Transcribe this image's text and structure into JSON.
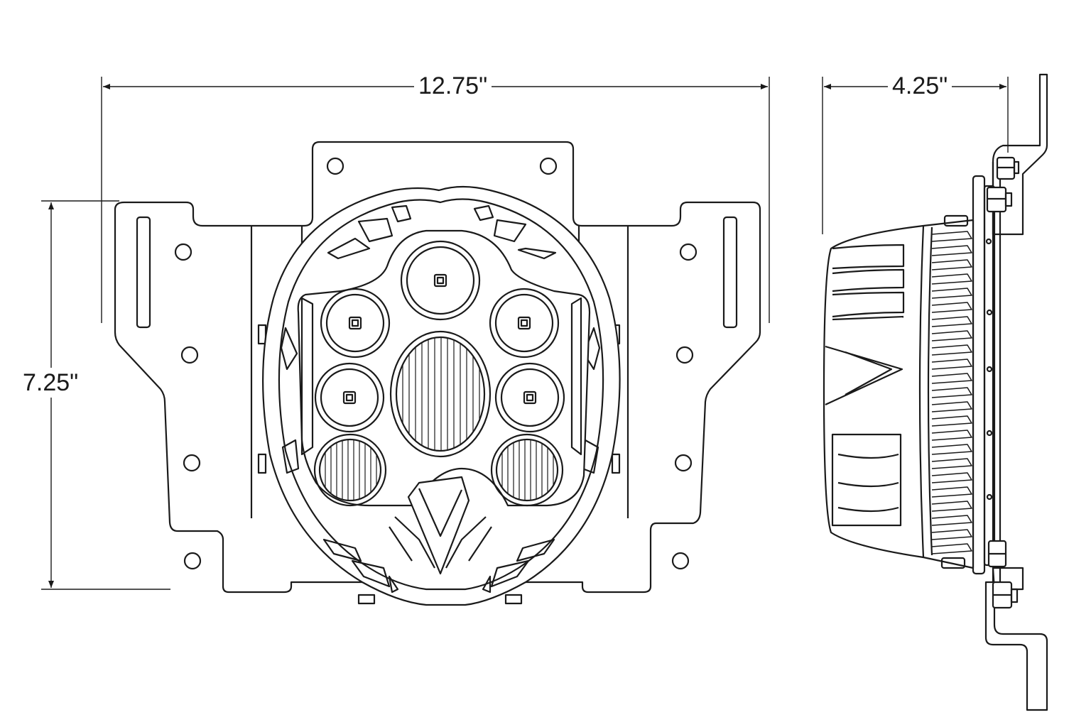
{
  "dimensions": {
    "overall_width": "12.75\"",
    "overall_height": "7.25\"",
    "depth": "4.25\""
  },
  "colors": {
    "line": "#1a1a1a",
    "background": "#ffffff"
  }
}
